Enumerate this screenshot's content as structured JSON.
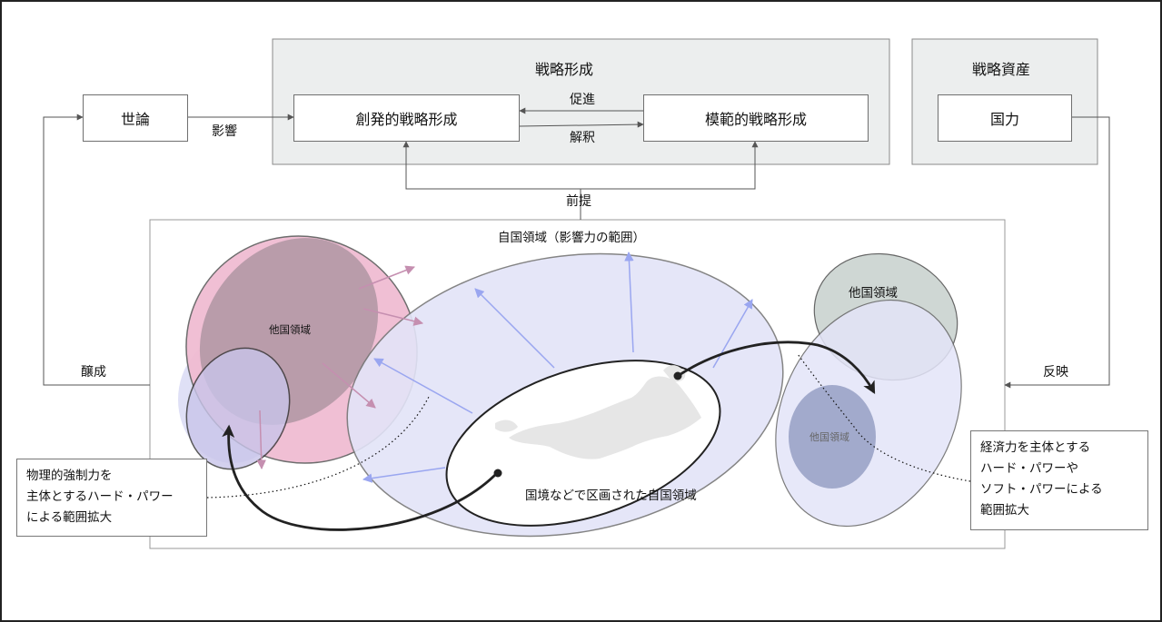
{
  "strategy_formation": {
    "title": "戦略形成",
    "emergent": "創発的戦略形成",
    "normative": "模範的戦略形成",
    "promote": "促進",
    "interpret": "解釈",
    "premise": "前提"
  },
  "strategic_assets": {
    "title": "戦略資産",
    "power": "国力"
  },
  "public_opinion": "世論",
  "influence": "影響",
  "foster": "醸成",
  "reflect": "反映",
  "own_domain_title": "自国領域（影響力の範囲）",
  "own_domain_border": "国境などで区画された自国領域",
  "other_domain_left": "他国領域",
  "other_domain_right_top": "他国領域",
  "other_domain_right_inner": "他国領域",
  "note_left": [
    "物理的強制力を",
    "主体とするハード・パワー",
    "による範囲拡大"
  ],
  "note_right": [
    "経済力を主体とする",
    "ハード・パワーや",
    "ソフト・パワーによる",
    "範囲拡大"
  ],
  "colors": {
    "pink": "#f0bcd2",
    "mauve": "#b59aa8",
    "lavender": "#e3e4f8",
    "blue_arrow": "#9aa6f0",
    "pink_arrow": "#c58fb0",
    "gray_panel": "#eceeee"
  }
}
